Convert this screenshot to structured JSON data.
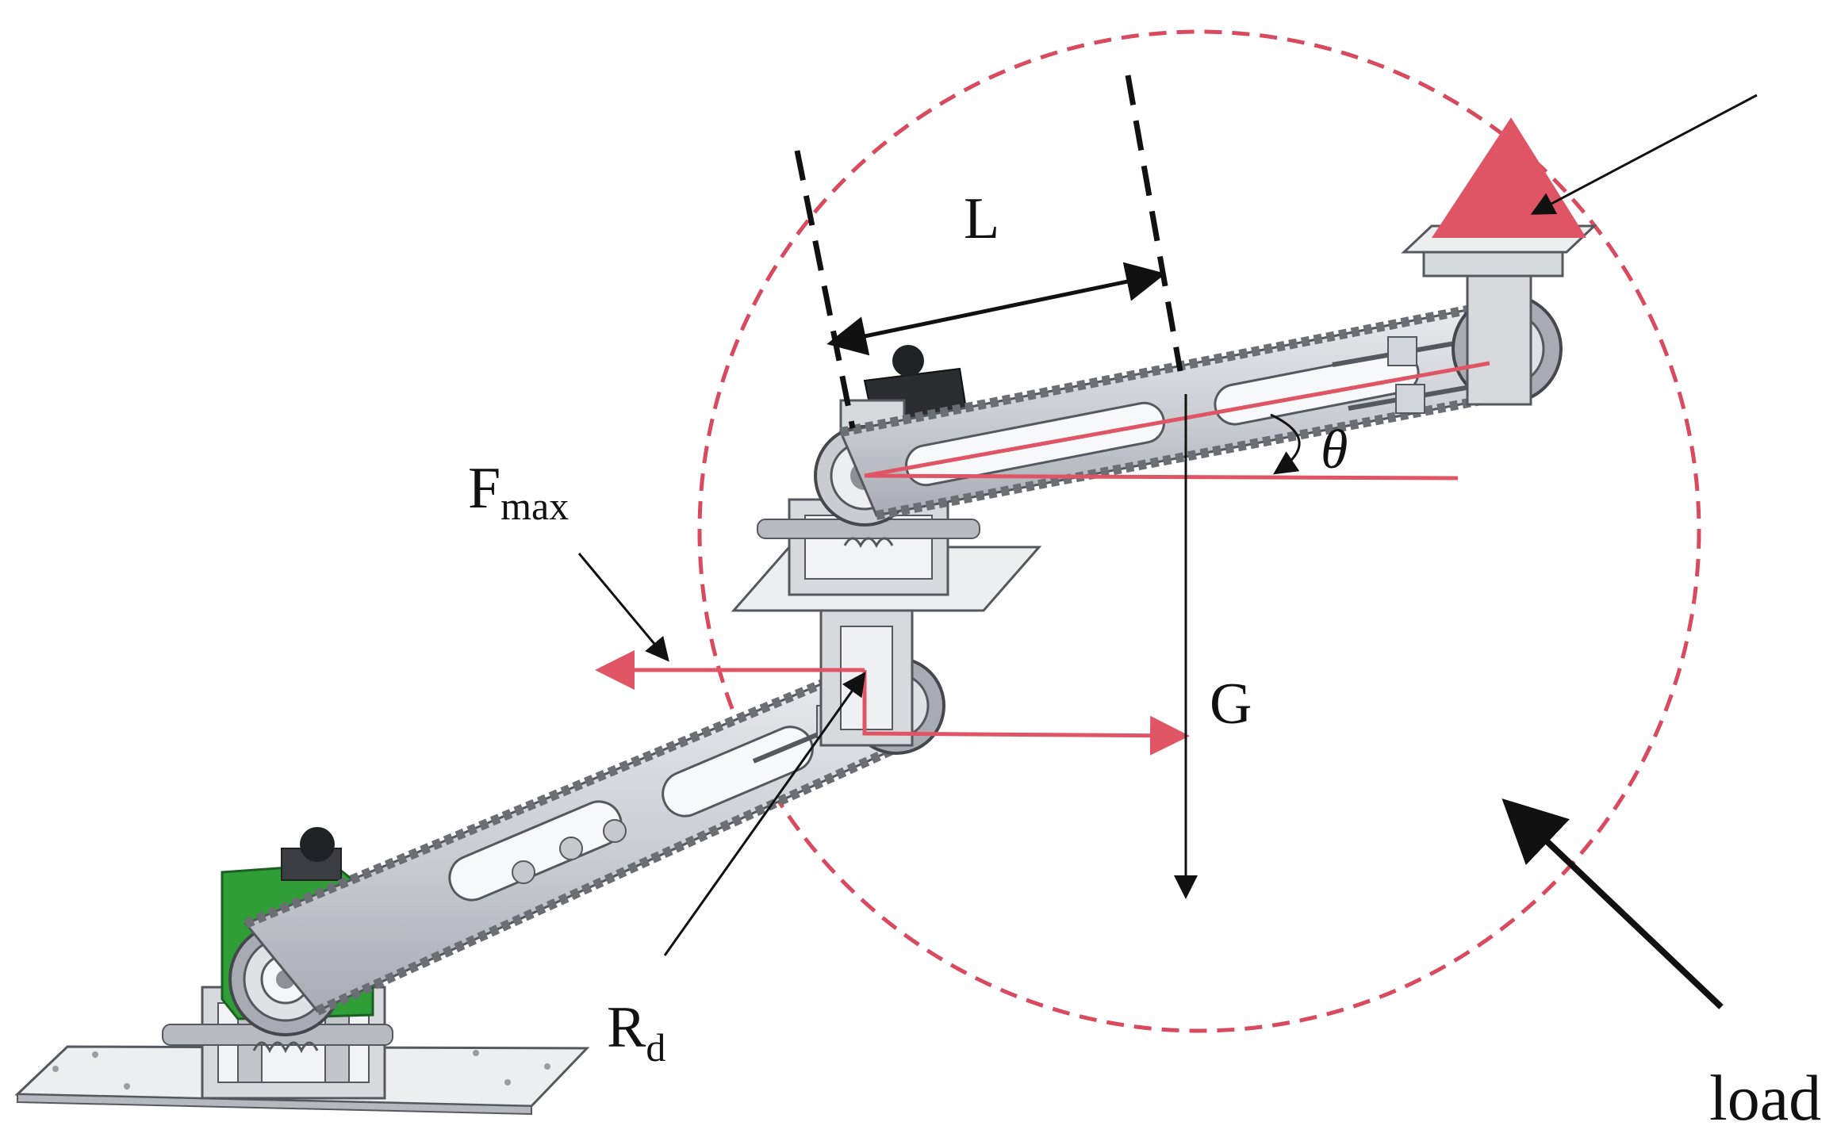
{
  "figure": {
    "labels": {
      "length": "L",
      "theta": "θ",
      "max_force_main": "F",
      "max_force_sub": "max",
      "gravity": "G",
      "radius_main": "R",
      "radius_sub": "d",
      "load": "load"
    },
    "colors": {
      "annotation_red": "#e05566",
      "dashed_circle": "#d94a5e",
      "load_triangle": "#e05566",
      "arm_metal": "#cfd2d6",
      "arm_edge": "#55595e",
      "chain": "#6b6e73",
      "motor_green": "#2f9e36",
      "base_plate": "#eceef0",
      "ink": "#111111"
    }
  }
}
